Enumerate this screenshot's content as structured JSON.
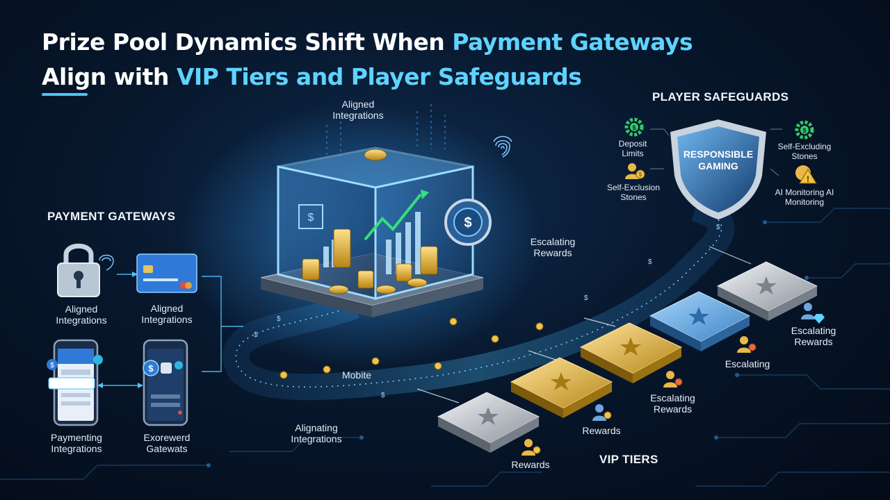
{
  "title": {
    "line1_white": "Prize Pool Dynamics Shift When ",
    "line1_highlight": "Payment Gateways",
    "line2_white": "Align with ",
    "line2_highlight": "VIP Tiers and Player Safeguards"
  },
  "colors": {
    "accent": "#5fd3ff",
    "gold": "#e9b949",
    "silver": "#c8ccd2",
    "blue_tier": "#6fb3e8"
  },
  "payment_gateways": {
    "heading": "PAYMENT GATEWAYS",
    "items": [
      {
        "icon": "padlock-fingerprint-icon",
        "label": "Aligned Integrations"
      },
      {
        "icon": "credit-card-icon",
        "label": "Aligned Integrations"
      },
      {
        "icon": "phone-app-icon",
        "label": "Paymenting Integrations"
      },
      {
        "icon": "phone-wallet-icon",
        "label": "Exorewerd Gatewats"
      }
    ]
  },
  "vault": {
    "top_label": "Aligned Integrations",
    "path_labels": [
      "Escalating Rewards",
      "Mobite",
      "Alignating Integrations"
    ]
  },
  "player_safeguards": {
    "heading": "PLAYER SAFEGUARDS",
    "shield_text": "RESPONSIBLE GAMING",
    "items": [
      {
        "icon": "gear-dollar-icon",
        "label": "Deposit Limits"
      },
      {
        "icon": "user-dollar-icon",
        "label": "Self-Exclusion Stones"
      },
      {
        "icon": "gear-dollar-icon",
        "label": "Self-Excluding Stones"
      },
      {
        "icon": "warning-icon",
        "label": "AI Monitoring AI Monitoring"
      }
    ]
  },
  "vip_tiers": {
    "heading": "VIP TIERS",
    "tiers": [
      {
        "color": "silver",
        "reward_label": "Rewards"
      },
      {
        "color": "gold",
        "reward_label": "Rewards"
      },
      {
        "color": "gold",
        "reward_label": "Escalating Rewards"
      },
      {
        "color": "blue",
        "reward_label": "Escalating"
      },
      {
        "color": "silver",
        "reward_label": "Escalating Rewards"
      }
    ]
  }
}
